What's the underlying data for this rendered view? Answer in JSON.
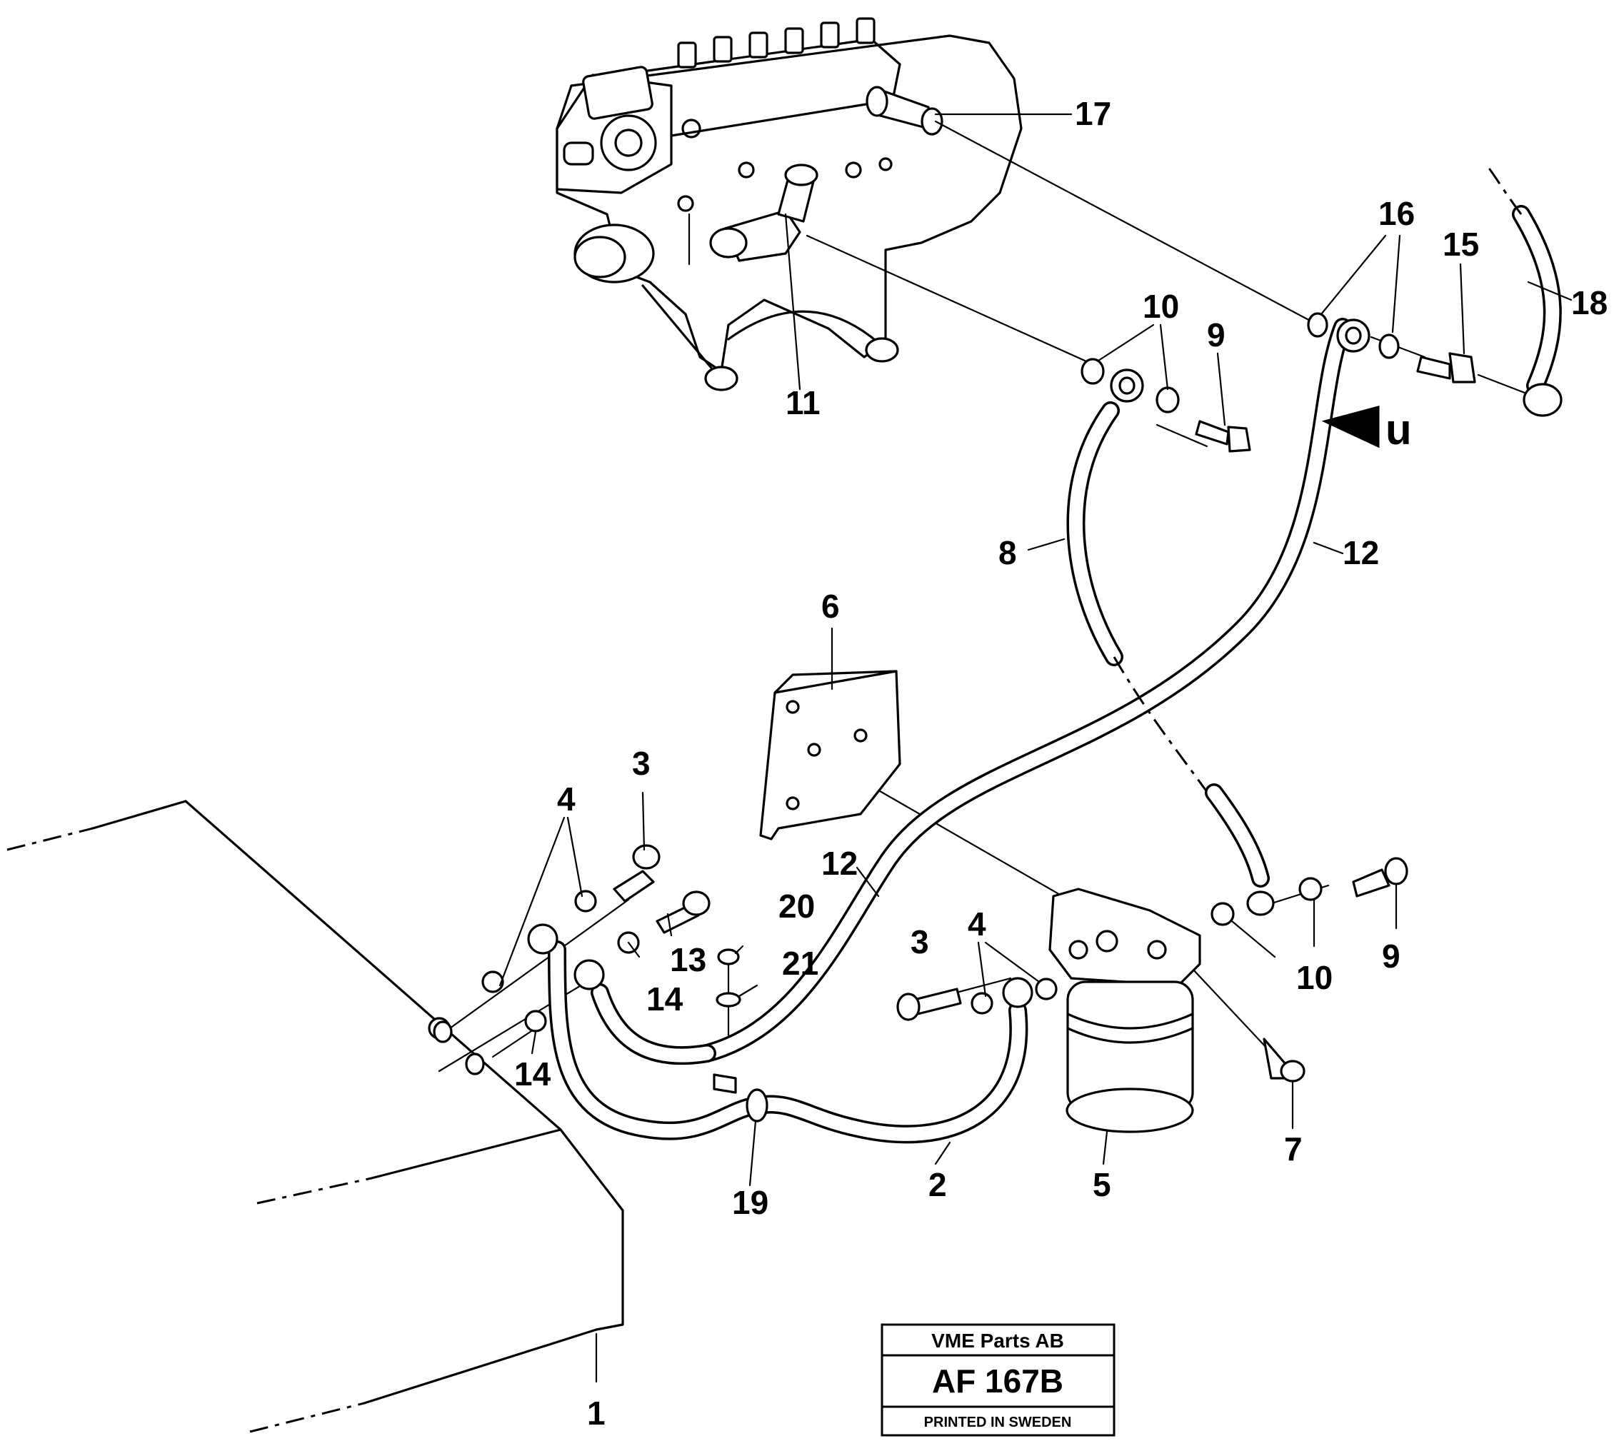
{
  "title_block": {
    "company": "VME Parts AB",
    "code": "AF 167B",
    "printed": "PRINTED IN SWEDEN"
  },
  "callouts": {
    "c1": "1",
    "c2": "2",
    "c3a": "3",
    "c3b": "3",
    "c4a": "4",
    "c4b": "4",
    "c5": "5",
    "c6": "6",
    "c7": "7",
    "c8": "8",
    "c9a": "9",
    "c9b": "9",
    "c10a": "10",
    "c10b": "10",
    "c11": "11",
    "c12a": "12",
    "c12b": "12",
    "c13": "13",
    "c14a": "14",
    "c14b": "14",
    "c15": "15",
    "c16": "16",
    "c17": "17",
    "c18": "18",
    "c19": "19",
    "c20": "20",
    "c21": "21",
    "view_u": "u"
  }
}
